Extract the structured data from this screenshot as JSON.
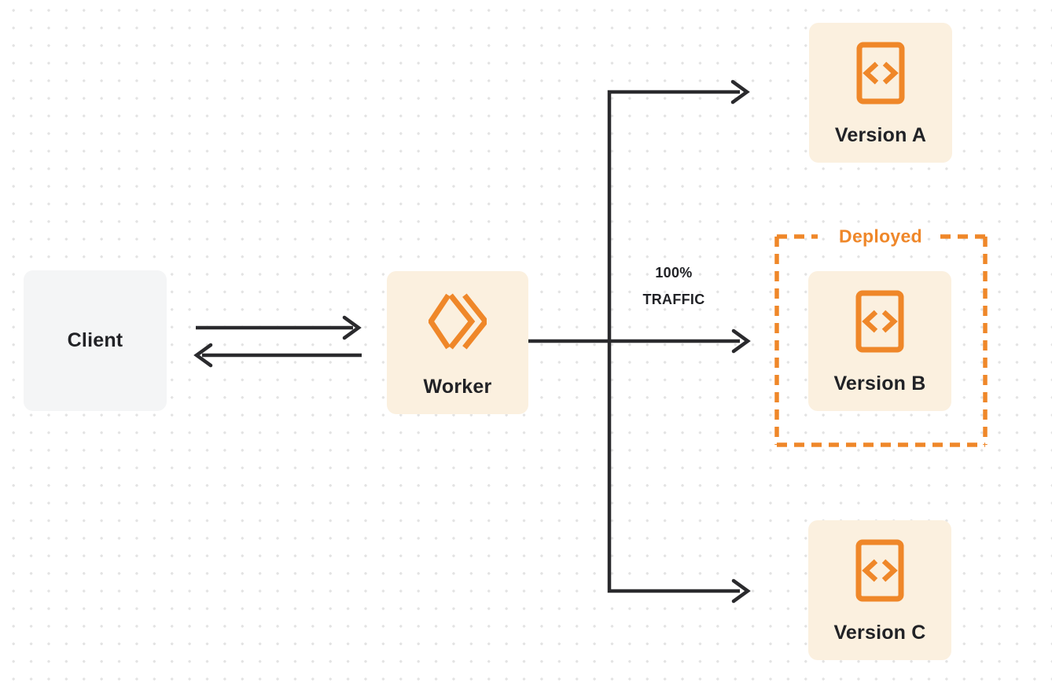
{
  "colors": {
    "orange": "#EF8729",
    "line-color": "#2A2A2D",
    "text-dark": "#212226",
    "box-cream": "#FBF0DF",
    "box-gray": "#F4F5F6",
    "dot-color": "#E3E3E3"
  },
  "nodes": {
    "client": {
      "label": "Client"
    },
    "worker": {
      "label": "Worker",
      "icon": "workers-logo-icon"
    },
    "version_a": {
      "label": "Version A",
      "icon": "code-file-icon"
    },
    "version_b": {
      "label": "Version B",
      "icon": "code-file-icon"
    },
    "version_c": {
      "label": "Version C",
      "icon": "code-file-icon"
    }
  },
  "region": {
    "deployed_label": "Deployed"
  },
  "edge_labels": {
    "traffic_line1": "100%",
    "traffic_line2": "TRAFFIC"
  },
  "edges": [
    {
      "from": "client",
      "to": "worker",
      "direction": "right"
    },
    {
      "from": "worker",
      "to": "client",
      "direction": "left"
    },
    {
      "from": "worker",
      "to": "version_a",
      "direction": "right"
    },
    {
      "from": "worker",
      "to": "version_b",
      "direction": "right",
      "label": "100% TRAFFIC"
    },
    {
      "from": "worker",
      "to": "version_c",
      "direction": "right"
    }
  ]
}
